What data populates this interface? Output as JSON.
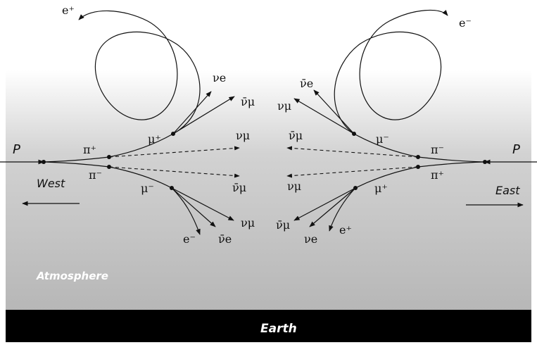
{
  "labels": {
    "west_primary": "P",
    "east_primary": "P",
    "west_direction": "West",
    "east_direction": "East",
    "atmosphere": "Atmosphere",
    "earth": "Earth",
    "west": {
      "pi_plus": "π⁺",
      "pi_minus": "π⁻",
      "mu_plus": "μ⁺",
      "mu_minus": "μ⁻",
      "nu_e": "νe",
      "nu_mu_bar_upper": "ν̄μ",
      "nu_mu_dashed": "νμ",
      "nu_mu_bar_dashed": "ν̄μ",
      "nu_mu_lower": "νμ",
      "nu_e_bar": "ν̄e",
      "e_minus": "e⁻",
      "e_plus": "e⁺"
    },
    "east": {
      "pi_minus": "π⁻",
      "pi_plus": "π⁺",
      "mu_minus": "μ⁻",
      "mu_plus": "μ⁺",
      "nu_mu_upper": "νμ",
      "nu_e_bar": "ν̄e",
      "nu_mu_bar_dashed": "ν̄μ",
      "nu_mu_dashed": "νμ",
      "nu_mu_bar_lower": "ν̄μ",
      "nu_e": "νe",
      "e_plus": "e⁺",
      "e_minus": "e⁻"
    }
  },
  "colors": {
    "atmosphere_top": "#ffffff",
    "atmosphere_bottom": "#b9b9b9",
    "earth": "#000000",
    "lines": "#111111"
  }
}
